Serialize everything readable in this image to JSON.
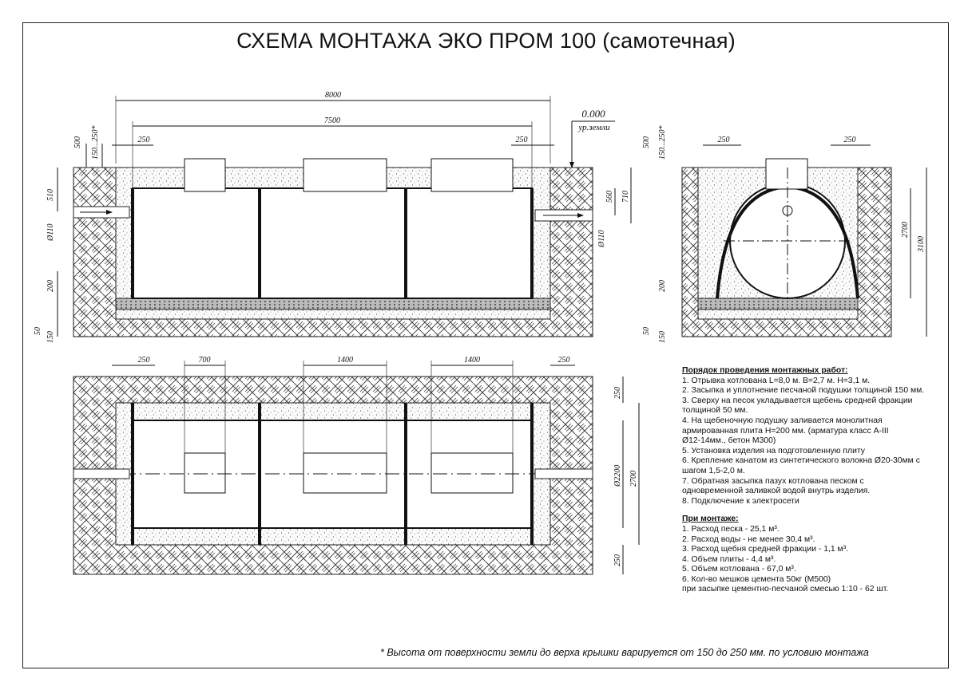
{
  "title": "СХЕМА МОНТАЖА ЭКО ПРОМ 100 (самотечная)",
  "dims": {
    "len_8000": "8000",
    "len_7500": "7500",
    "d250": "250",
    "ground_level": "0.000",
    "ground_label": "ур.земли",
    "d500": "500",
    "d150_250": "150...250*",
    "d510": "510",
    "d560": "560",
    "d710": "710",
    "pipe_110": "Ø110",
    "d200": "200",
    "d50": "50",
    "d150": "150",
    "d2700": "2700",
    "d3100": "3100",
    "d700": "700",
    "d1400": "1400",
    "d2200": "Ø2200"
  },
  "notes": {
    "works_heading": "Порядок проведения монтажных работ:",
    "works": [
      "1. Отрывка котлована L=8,0 м. B=2,7 м. H=3,1 м.",
      "2. Засыпка и уплотнение песчаной подушки толщиной 150 мм.",
      "3. Сверху на песок укладывается щебень средней фракции",
      "толщиной 50 мм.",
      "4. На щебеночную подушку заливается монолитная",
      "армированная плита H=200 мм. (арматура класс А-III",
      "Ø12-14мм., бетон М300)",
      "5. Установка изделия на подготовленную плиту",
      "6. Крепление канатом из синтетического волокна Ø20-30мм с",
      "шагом 1,5-2,0 м.",
      "7. Обратная засыпка пазух котлована песком с",
      "одновременной заливкой водой внутрь изделия.",
      "8. Подключение к электросети"
    ],
    "mount_heading": "При монтаже:",
    "mount": [
      "1. Расход песка - 25,1 м³.",
      "2. Расход воды - не менее 30,4 м³.",
      "3. Расход щебня средней фракции - 1,1 м³.",
      "4. Объем плиты - 4,4 м³.",
      "5. Объем котлована - 67,0 м³.",
      "6. Кол-во мешков цемента 50кг (М500)",
      "при засыпке цементно-песчаной смесью 1:10 - 62 шт."
    ]
  },
  "footnote": "* Высота от поверхности земли до верха крышки варируется от 150 до 250 мм. по условию монтажа"
}
